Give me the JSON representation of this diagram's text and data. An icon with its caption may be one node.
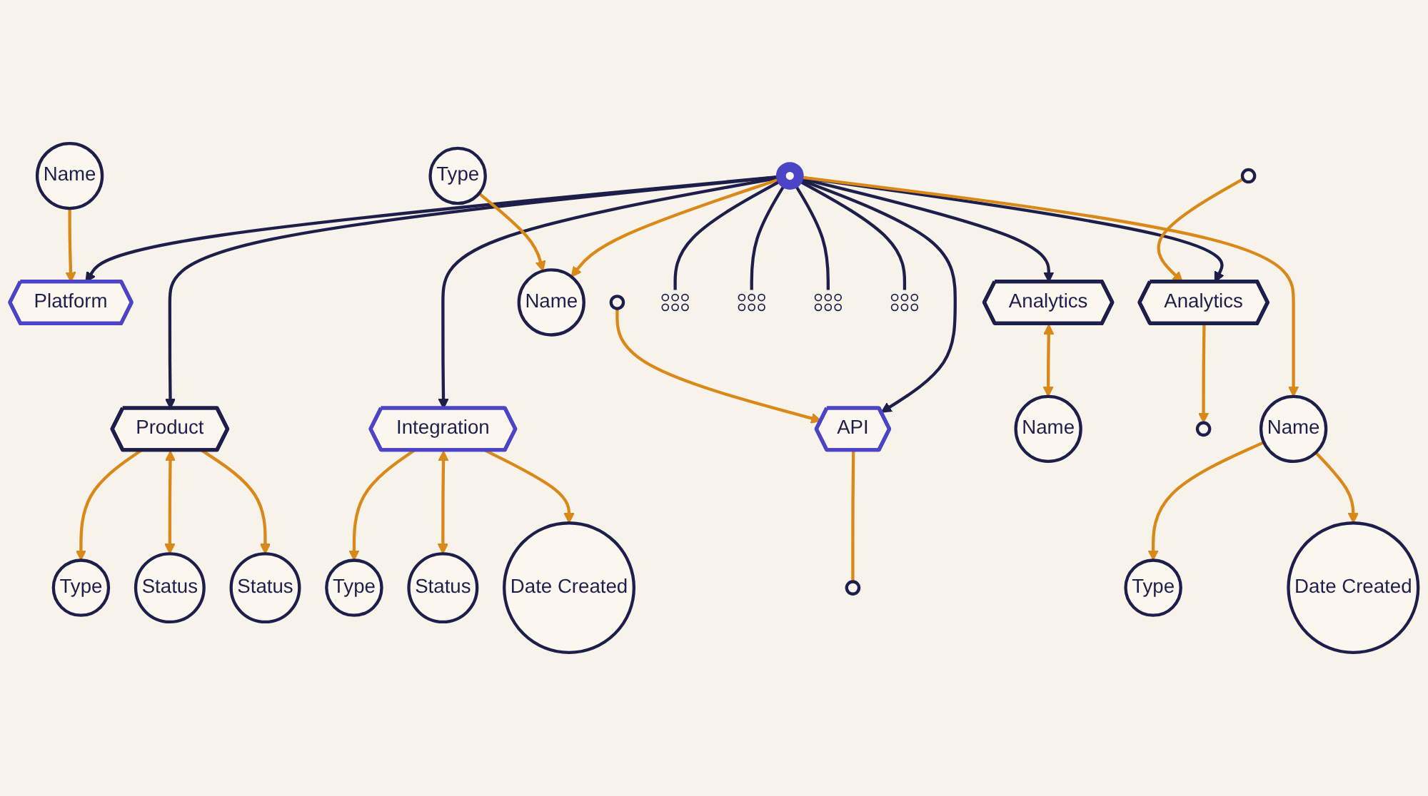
{
  "diagram": {
    "nodes": [
      {
        "text": [],
        "shape": "circle"
      },
      {
        "text": [
          "Platform"
        ]
      },
      {
        "text": [
          "Analytics"
        ]
      },
      {
        "text": [
          "Product"
        ]
      },
      {
        "text": [
          "Integration"
        ]
      },
      {
        "text": [
          "Analytics"
        ]
      },
      {
        "text": [
          "API"
        ]
      },
      {
        "text": [
          "Name"
        ]
      },
      {
        "text": [
          "Name"
        ]
      },
      {
        "text": [
          "Type"
        ]
      },
      {
        "text": [
          "Name"
        ]
      },
      {
        "text": [
          "Type"
        ]
      },
      {
        "text": [
          "Status"
        ]
      },
      {
        "text": [
          "Status"
        ]
      },
      {
        "text": [
          "Type"
        ]
      },
      {
        "text": [
          "Status"
        ]
      },
      {
        "text": [
          "Date Created"
        ]
      },
      {
        "text": [],
        "shape": "circle"
      },
      {
        "text": [],
        "shape": "circle"
      },
      {
        "text": [
          "Name"
        ]
      },
      {
        "text": [
          "Type"
        ]
      },
      {
        "text": [
          "Date Created"
        ]
      },
      {
        "text": [],
        "shape": "circle"
      },
      {
        "text": [],
        "shape": "circle"
      },
      {
        "text": [],
        "shape": "picture"
      },
      {
        "text": [],
        "shape": "picture"
      },
      {
        "text": [],
        "shape": "picture"
      },
      {
        "text": [],
        "shape": "picture"
      }
    ],
    "edges": [
      {
        "from": 0,
        "to": 1,
        "arrow": "to",
        "color": "#1e1e4b"
      },
      {
        "from": 0,
        "to": 2,
        "arrow": "to",
        "color": "#1e1e4b"
      },
      {
        "from": 0,
        "to": 3,
        "arrow": "to",
        "color": "#1e1e4b"
      },
      {
        "from": 0,
        "to": 4,
        "arrow": "to",
        "color": "#1e1e4b"
      },
      {
        "from": 0,
        "to": 5,
        "arrow": "to",
        "color": "#1e1e4b"
      },
      {
        "from": 0,
        "to": 6,
        "arrow": "to",
        "color": "#1e1e4b"
      },
      {
        "from": 7,
        "to": 1,
        "arrow": "to"
      },
      {
        "from": 0,
        "to": 8,
        "arrow": "to"
      },
      {
        "from": 9,
        "to": 8,
        "arrow": "to"
      },
      {
        "from": 2,
        "to": 10,
        "arrow": "both"
      },
      {
        "from": 3,
        "to": 11,
        "arrow": "to"
      },
      {
        "from": 3,
        "to": 12,
        "arrow": "both"
      },
      {
        "from": 3,
        "to": 13,
        "arrow": "to"
      },
      {
        "from": 4,
        "to": 14,
        "arrow": "to"
      },
      {
        "from": 4,
        "to": 15,
        "arrow": "both"
      },
      {
        "from": 4,
        "to": 16,
        "arrow": "to"
      },
      {
        "from": 17,
        "to": 5,
        "arrow": "to"
      },
      {
        "from": 5,
        "to": 18,
        "arrow": "to"
      },
      {
        "from": 0,
        "to": 19,
        "arrow": "to"
      },
      {
        "from": 19,
        "to": 20,
        "arrow": "to"
      },
      {
        "from": 19,
        "to": 21,
        "arrow": "to"
      },
      {
        "from": 22,
        "to": 6,
        "arrow": "to"
      },
      {
        "from": 6,
        "to": 23,
        "arrow": "none"
      },
      {
        "from": 0,
        "to": 24,
        "arrow": "none",
        "color": "#1e1e4b"
      },
      {
        "from": 0,
        "to": 25,
        "arrow": "none",
        "color": "#1e1e4b"
      },
      {
        "from": 0,
        "to": 26,
        "arrow": "none",
        "color": "#1e1e4b"
      },
      {
        "from": 0,
        "to": 27,
        "arrow": "none",
        "color": "#1e1e4b"
      }
    ]
  }
}
